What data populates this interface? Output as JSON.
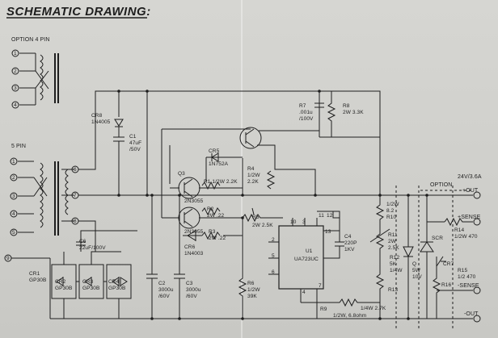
{
  "title": "SCHEMATIC DRAWING:",
  "options": {
    "four_pin": "OPTION 4 PIN",
    "five_pin": "5 PIN",
    "right": "OPTION"
  },
  "pins": [
    "1",
    "2",
    "3",
    "4",
    "5",
    "6",
    "7",
    "8",
    "9"
  ],
  "labels": {
    "cr8": "CR8",
    "cr8_part": "1N4005",
    "c1": "C1",
    "c1_val": "47uF",
    "c1_v": "/50V",
    "q3": "Q3",
    "cr5": "CR5",
    "cr5_part": "1N752A",
    "r1": "R1 1/2W 2.2K",
    "q1_part": "2N3055",
    "r2": "R2",
    "r2_val": "2W .22",
    "q2_part": "2N3055",
    "r3": "R3",
    "r3_val": "2W .22",
    "cr6": "CR6",
    "cr6_part": "1N4003",
    "c6": "C6",
    "c6_val": "22uF/100V",
    "cr1": "CR1",
    "cr1_part": "GP30B",
    "cr2": "CR2",
    "cr2_part": "GP30B",
    "cr3": "CR3",
    "cr3_part": "GP30B",
    "cr4": "CR4",
    "cr4_part": "GP30B",
    "c2": "C2",
    "c2_val": "3000u",
    "c2_v": "/60V",
    "c3": "C3",
    "c3_val": "3000u",
    "c3_v": "/60V",
    "r7": "R7",
    "r7_val": ".001u",
    "r7_v": "/100V",
    "r8": "R8",
    "r8_val": "2W 3.3K",
    "r4": "R4",
    "r4_w": "1/2W",
    "r4_val": "2.2K",
    "r5": "R5",
    "r5_val": "2W 2.5K",
    "r6": "R6",
    "r6_w": "1/2W",
    "r6_val": "39K",
    "u1": "U1",
    "u1_part": "UA723UC",
    "c4": "C4",
    "c4_val": "220P",
    "c4_v": "1KV",
    "r9": "R9",
    "r9_val": "1/2W, 6.8ohm",
    "r10_w": "1/2W",
    "r10_val": "8.2",
    "r10": "R10",
    "r11": "R11",
    "r11_w": "2W",
    "r11_val": "2.5K",
    "r12": "R12",
    "r12_val": "5K",
    "r12_w": "1/4W",
    "r13": "R13",
    "r13_val": "1/4W 2.7K",
    "s1": "Q",
    "s1_val": "5W",
    "s1_w": "10V",
    "scr": "SCR",
    "r14": "R14",
    "r14_val": "1/2W 470",
    "r15": "R15",
    "r15_val": "1/2 470",
    "cr7": "CR7",
    "r16": "R16",
    "pin10": "10",
    "pin3": "3",
    "pin11": "11",
    "pin12": "12",
    "pin13": "13",
    "pin2": "2",
    "pin5": "5",
    "pin6": "6",
    "pin4": "4",
    "pin7": "7"
  },
  "outputs": {
    "rating": "24V/3.6A",
    "plus_out": "+OUT",
    "plus_sense": "+SENSE",
    "minus_sense": "-SENSE",
    "minus_out": "-OUT"
  },
  "colors": {
    "ink": "#1e1e1e",
    "paper": "#d2d2ce"
  }
}
